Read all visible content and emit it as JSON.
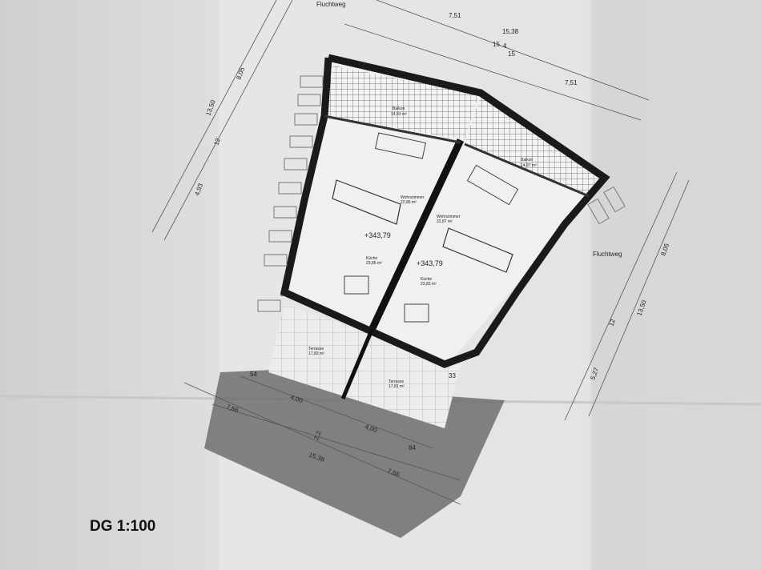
{
  "drawing": {
    "scale_title": "DG 1:100",
    "escape_route_labels": [
      "Fluchtweg",
      "Fluchtweg"
    ],
    "levels": [
      "+343,79",
      "+343,79"
    ],
    "rooms": [
      {
        "name": "Balkon",
        "area": "14,53 m²"
      },
      {
        "name": "Balkon",
        "area": "14,87 m²"
      },
      {
        "name": "Wohnzimmer",
        "area": "22,86 m²"
      },
      {
        "name": "Wohnzimmer",
        "area": "22,87 m²"
      },
      {
        "name": "Küche",
        "area": "23,86 m²"
      },
      {
        "name": "Küche",
        "area": "23,83 m²"
      },
      {
        "name": "Terrasse",
        "area": "17,83 m²"
      },
      {
        "name": "Terrasse",
        "area": "17,81 m²"
      }
    ],
    "dimensions": {
      "top": [
        "7,51",
        "15,38",
        "15",
        "4",
        "15",
        "7,51"
      ],
      "left": [
        "13,50",
        "8,05",
        "4,93",
        "12"
      ],
      "right": [
        "8,05",
        "13,50",
        "5,27",
        "12"
      ],
      "bottom": [
        "54",
        "4,00",
        "4,00",
        "7,66",
        "2,2",
        "15,38",
        "7,66",
        "84"
      ],
      "corners": [
        "33",
        "33"
      ]
    }
  }
}
